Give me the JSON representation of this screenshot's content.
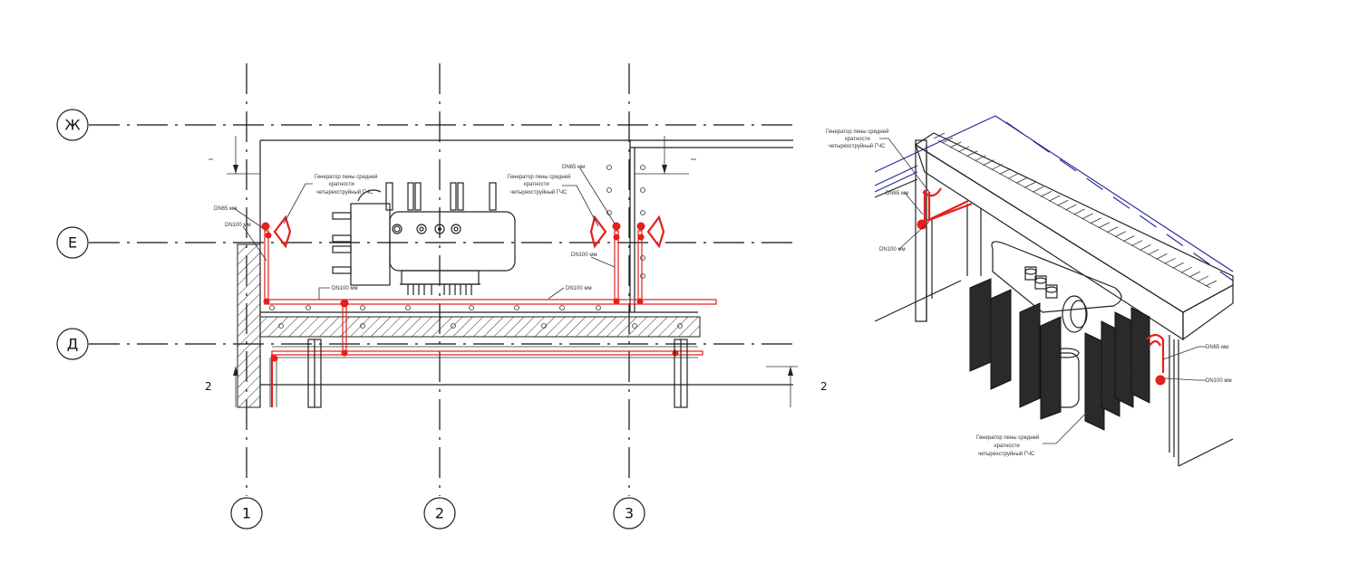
{
  "plan": {
    "row_axes": [
      "Ж",
      "Е",
      "Д"
    ],
    "column_axes": [
      "1",
      "2",
      "3"
    ],
    "section_mark_left": "2",
    "section_mark_right": "2",
    "annotations": {
      "generator_line1": "Генератор пены средней",
      "generator_line2": "кратности",
      "generator_line3": "четырехструйный ГЧС",
      "dn65": "DN65 мм",
      "dn100": "DN100 мм"
    }
  },
  "iso": {
    "annotations": {
      "generator_line1": "Генератор пены средней",
      "generator_line2": "кратности",
      "generator_line3": "четырехструйный ГЧС",
      "dn65": "DN65 мм",
      "dn100": "DN100 мм"
    }
  },
  "colors": {
    "pipe": "#e3201b",
    "outline": "#222222",
    "iso_edge": "#2a2a9a"
  }
}
